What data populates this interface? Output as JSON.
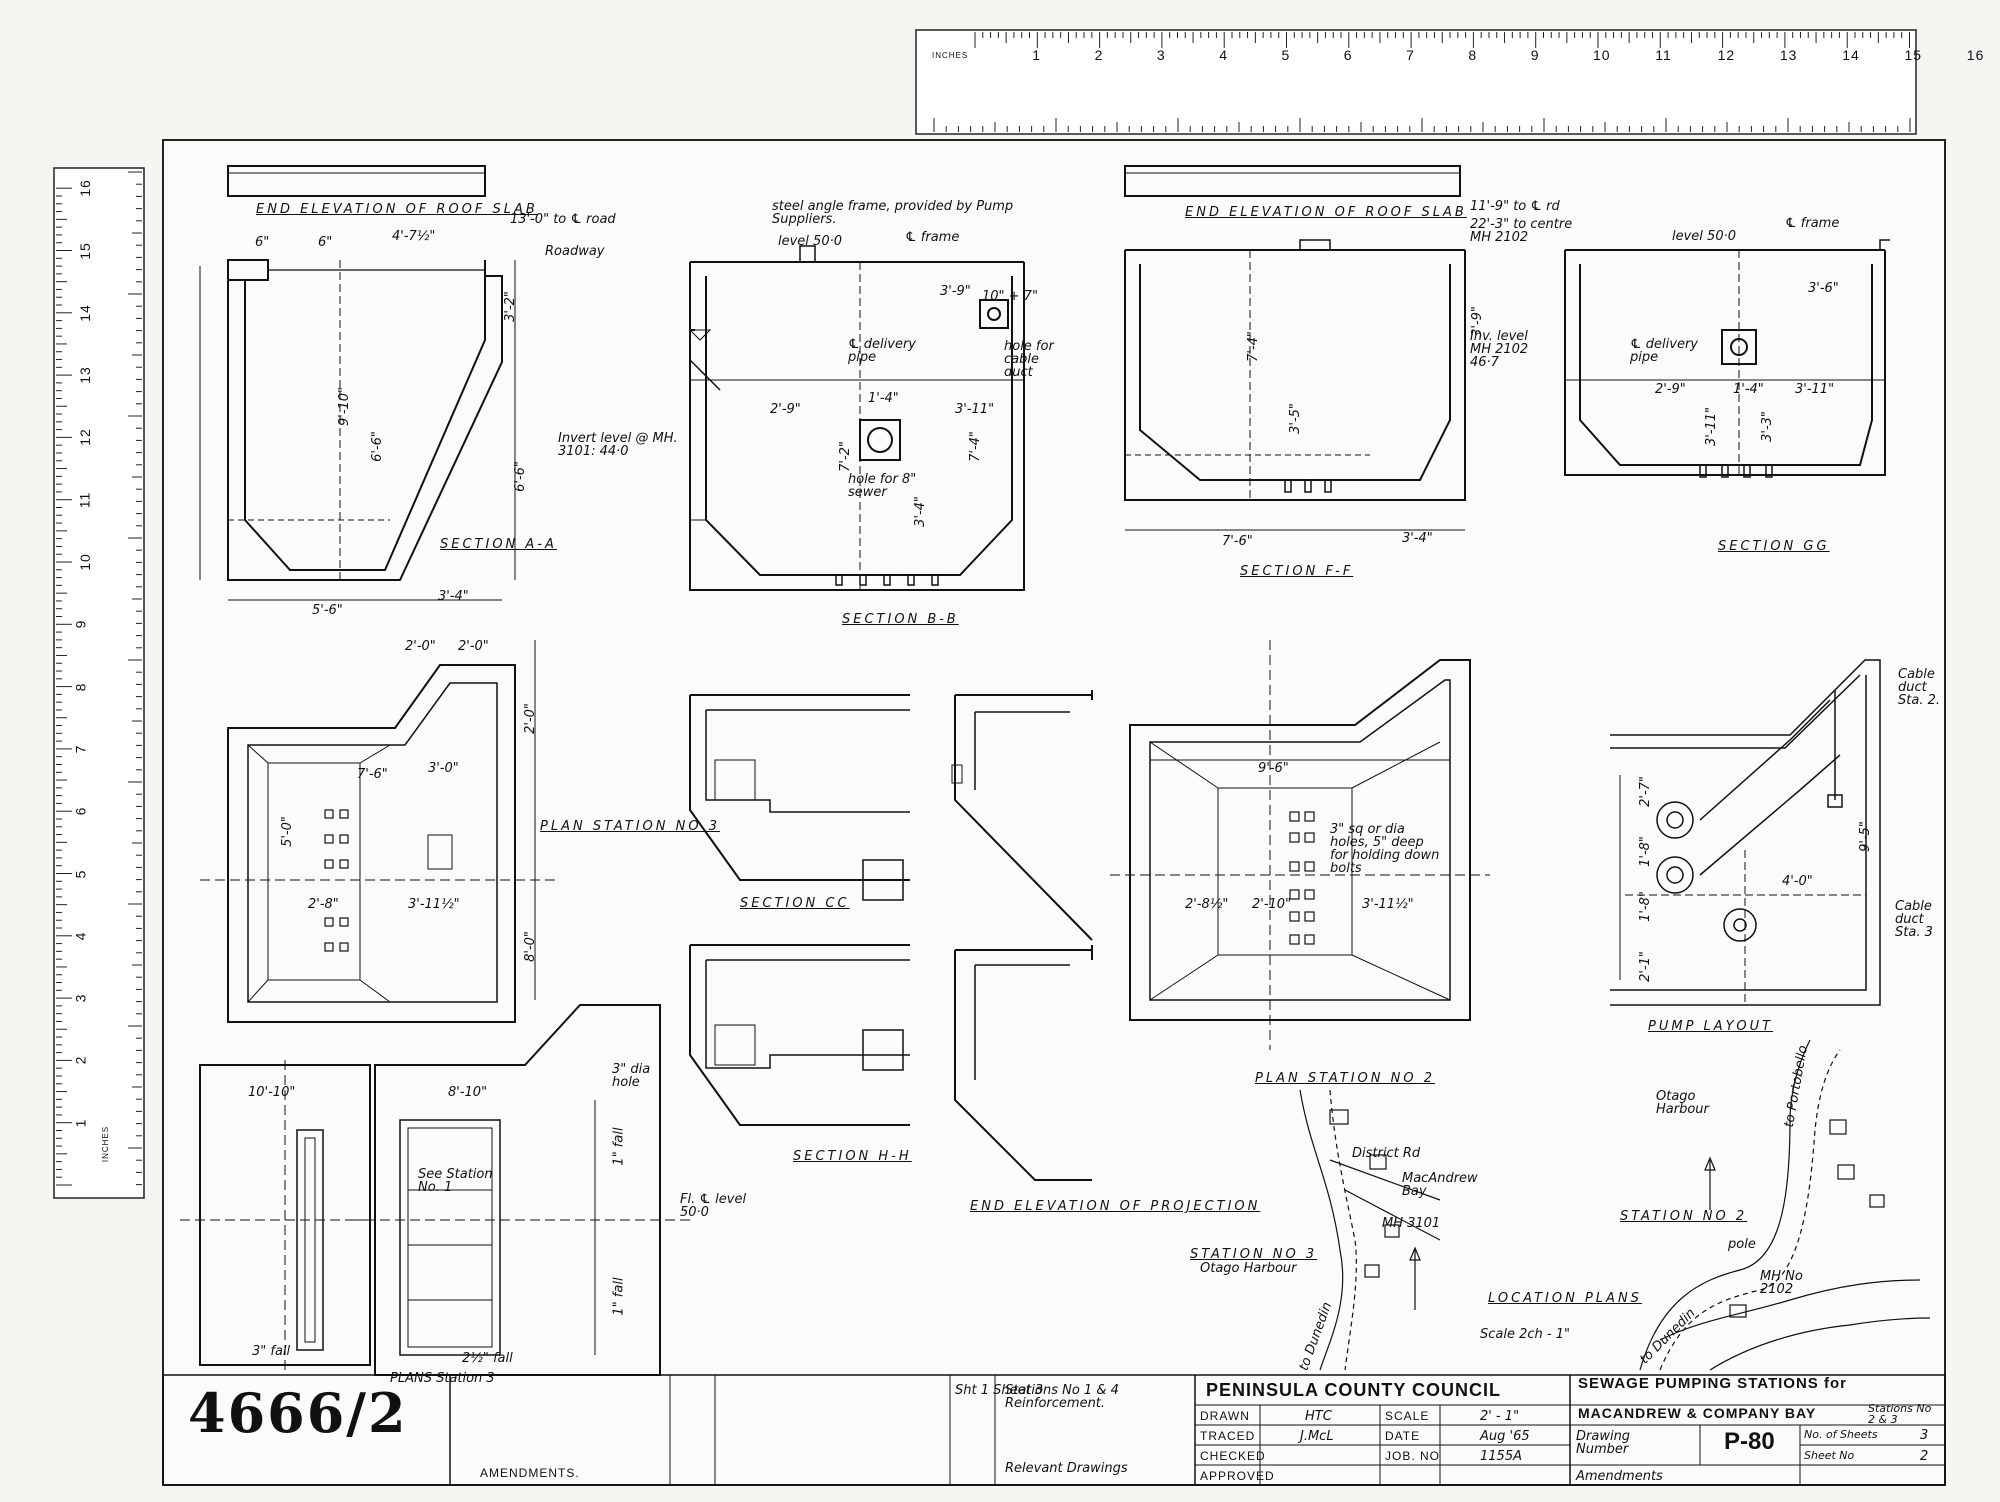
{
  "drawing_number": "4666/2",
  "views": {
    "end_elevation_roof_slab_1": "END ELEVATION OF ROOF SLAB",
    "section_aa": "SECTION A-A",
    "section_bb": "SECTION B-B",
    "end_elevation_roof_slab_2": "END ELEVATION OF ROOF SLAB",
    "section_ff": "SECTION F-F",
    "section_gg": "SECTION GG",
    "plan_station_3": "PLAN STATION NO 3",
    "section_cc": "SECTION CC",
    "section_hh": "SECTION H-H",
    "end_elevation_projection": "END ELEVATION OF PROJECTION",
    "plan_station_2": "PLAN STATION NO 2",
    "pump_layout": "PUMP LAYOUT",
    "location_plans": "LOCATION PLANS",
    "location_scale": "Scale 2ch - 1\"",
    "plans_station_3": "PLANS   Station 3"
  },
  "annotations": {
    "road": "13'-0\" to ℄ road",
    "roadway": "Roadway",
    "steel_angle": "steel angle frame, provided by Pump Suppliers.",
    "level_50": "level 50·0",
    "cl_frame": "℄ frame",
    "delivery_pipe": "℄ delivery pipe",
    "hole_cable": "hole for cable duct",
    "hole_sewer": "hole for 8\" sewer",
    "invert": "Invert level @ MH. 3101: 44·0",
    "to_cl_rd": "11'-9\" to ℄ rd",
    "to_centre_mh": "22'-3\" to centre MH 2102",
    "inv_level": "Inv. level MH 2102 46·7",
    "holes_bolts": "3\" sq or dia holes, 5\" deep for holding down bolts",
    "see_station": "See Station No. 1",
    "hole_dia": "3\" dia hole",
    "level_50_2": "Fl. ℄ level 50·0",
    "fall_3": "3\" fall",
    "fall_2": "2½\" fall",
    "fall_1": "1\" fall",
    "cable_duct_2": "Cable duct Sta. 2.",
    "cable_duct_3": "Cable duct Sta. 3",
    "otago_harbour_1": "Otago Harbour",
    "otago_harbour_2": "Otago Harbour",
    "to_portobello": "to Portobello",
    "district_rd": "District Rd",
    "macandrew_bay": "MacAndrew Bay",
    "mh_3101": "MH 3101",
    "station_3": "STATION NO 3",
    "station_2": "STATION NO 2",
    "to_dunedin": "to Dunedin",
    "pole": "pole",
    "mh_2102": "MH No 2102"
  },
  "dimensions": {
    "d_6": "6\"",
    "d_6b": "6\"",
    "d_4_7": "4'-7½\"",
    "d_9_10": "9'-10\"",
    "d_6_6": "6'-6\"",
    "d_6_6b": "6'-6\"",
    "d_5_6": "5'-6\"",
    "d_3_4": "3'-4\"",
    "d_3_2": "3'-2\"",
    "d_2_9": "2'-9\"",
    "d_1_4": "1'-4\"",
    "d_3_11": "3'-11\"",
    "d_7_2": "7'-2\"",
    "d_7_4": "7'-4\"",
    "d_3_9": "3'-9\"",
    "d_10_7": "10\" + 7\"",
    "d_3_4b": "3'-4\"",
    "d_7_4b": "7'-4\"",
    "d_3_5": "3'-5\"",
    "d_7_6": "7'-6\"",
    "d_3_4c": "3'-4\"",
    "d_3_9b": "3'-9\"",
    "d_2_9b": "2'-9\"",
    "d_1_4b": "1'-4\"",
    "d_3_11b": "3'-11\"",
    "d_3_6": "3'-6\"",
    "d_3_11c": "3'-11\"",
    "d_3_3": "3'-3\"",
    "d_2_0": "2'-0\"",
    "d_2_0b": "2'-0\"",
    "d_7_6b": "7'-6\"",
    "d_3_0": "3'-0\"",
    "d_5_0": "5'-0\"",
    "d_2_8": "2'-8\"",
    "d_3_11d": "3'-11½\"",
    "d_8_0": "8'-0\"",
    "d_2_0c": "2'-0\"",
    "d_9_6": "9'-6\"",
    "d_2_8b": "2'-8½\"",
    "d_2_10": "2'-10\"",
    "d_3_11e": "3'-11½\"",
    "d_4_0": "4'-0\"",
    "d_9_5": "9'-5\"",
    "d_2_7": "2'-7\"",
    "d_1_8": "1'-8\"",
    "d_1_8b": "1'-8\"",
    "d_2_1": "2'-1\"",
    "d_10_10": "10'-10\"",
    "d_8_10": "8'-10\""
  },
  "title_block": {
    "council": "PENINSULA COUNTY COUNCIL",
    "project_line1": "SEWAGE PUMPING STATIONS for",
    "project_line2": "MACANDREW & COMPANY BAY",
    "stations_label": "Stations No 2 & 3",
    "drawn_label": "DRAWN",
    "drawn_value": "HTC",
    "traced_label": "TRACED",
    "traced_value": "J.McL",
    "checked_label": "CHECKED",
    "approved_label": "APPROVED",
    "scale_label": "SCALE",
    "scale_value": "2' - 1\"",
    "date_label": "DATE",
    "date_value": "Aug '65",
    "job_label": "JOB. NO",
    "job_value": "1155A",
    "drawing_number_label": "Drawing Number",
    "drawing_code": "P-80",
    "amendments_label": "Amendments",
    "sheets_label": "No. of Sheets",
    "sheets_value": "3",
    "sheet_label": "Sheet No",
    "sheet_value": "2",
    "relevant_drawings": "Relevant Drawings",
    "amendments_left": "AMENDMENTS.",
    "ref_sheet": "Sht 1 Sheet 3",
    "ref_desc": "Stations No 1 & 4 Reinforcement."
  },
  "rulers": {
    "top_unit": "INCHES",
    "top_inches": [
      "1",
      "2",
      "3",
      "4",
      "5",
      "6",
      "7",
      "8",
      "9",
      "10",
      "11",
      "12",
      "13",
      "14",
      "15",
      "16"
    ],
    "side_unit": "INCHES",
    "side_inches": [
      "1",
      "2",
      "3",
      "4",
      "5",
      "6",
      "7",
      "8",
      "9",
      "10",
      "11",
      "12",
      "13",
      "14",
      "15",
      "16"
    ]
  }
}
